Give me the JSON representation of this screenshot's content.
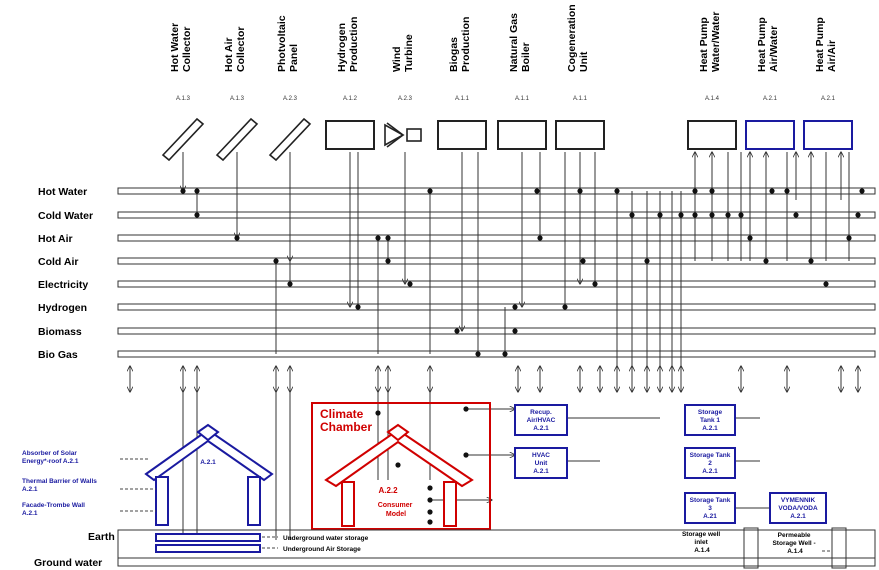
{
  "producers": [
    {
      "label_lines": [
        "Hot Water",
        "Collector"
      ],
      "code": "A.1.3",
      "icon": "solar-collector-icon"
    },
    {
      "label_lines": [
        "Hot Air",
        "Collector"
      ],
      "code": "A.1.3",
      "icon": "solar-collector-icon"
    },
    {
      "label_lines": [
        "Photvoltaic",
        "Panel"
      ],
      "code": "A.2.3",
      "icon": "solar-panel-icon"
    },
    {
      "label_lines": [
        "Hydrogen",
        "Production"
      ],
      "code": "A.1.2",
      "icon": "box-icon"
    },
    {
      "label_lines": [
        "Wind",
        "Turbine"
      ],
      "code": "A.2.3",
      "icon": "wind-turbine-icon"
    },
    {
      "label_lines": [
        "Biogas",
        "Production"
      ],
      "code": "A.1.1",
      "icon": "box-icon"
    },
    {
      "label_lines": [
        "Natural Gas",
        "Boiler"
      ],
      "code": "A.1.1",
      "icon": "box-icon"
    },
    {
      "label_lines": [
        "Cogeneration",
        "Unit"
      ],
      "code": "A.1.1",
      "icon": "box-icon"
    },
    {
      "label_lines": [
        "Heat Pump",
        "Water/Water"
      ],
      "code": "A.1.4",
      "icon": "box-icon"
    },
    {
      "label_lines": [
        "Heat Pump",
        "Air/Water"
      ],
      "code": "A.2.1",
      "icon": "box-icon"
    },
    {
      "label_lines": [
        "Heat Pump",
        "Air/Air"
      ],
      "code": "A.2.1",
      "icon": "box-icon"
    }
  ],
  "buses": [
    "Hot Water",
    "Cold Water",
    "Hot Air",
    "Cold Air",
    "Electricity",
    "Hydrogen",
    "Biomass",
    "Bio Gas"
  ],
  "bottom_labels": {
    "earth": "Earth",
    "ground_water": "Ground water"
  },
  "house_left": {
    "code": "A.2.1",
    "annotations": [
      {
        "lines": [
          "Absorber of Solar",
          "Energy*-roof A.2.1"
        ]
      },
      {
        "lines": [
          "Thermal Barrier of Walls",
          "A.2.1"
        ]
      },
      {
        "lines": [
          "Facade-Trombe Wall",
          "A.2.1"
        ]
      }
    ]
  },
  "climate_chamber": {
    "title_lines": [
      "Climate",
      "Chamber"
    ],
    "code": "A.2.2",
    "consumer_lines": [
      "Consumer",
      "Model"
    ]
  },
  "units": [
    {
      "lines": [
        "Recup.",
        "Air/HVAC",
        "A.2.1"
      ]
    },
    {
      "lines": [
        "HVAC",
        "Unit",
        "A.2.1"
      ]
    },
    {
      "lines": [
        "Storage",
        "Tank 1",
        "A.2.1"
      ]
    },
    {
      "lines": [
        "Storage Tank",
        "2",
        "A.2.1"
      ]
    },
    {
      "lines": [
        "Storage Tank",
        "3",
        "A.21"
      ]
    },
    {
      "lines": [
        "VYMENNIK",
        "VODA/VODA",
        "A.2.1"
      ]
    }
  ],
  "storage_labels": {
    "underground_water": "Underground water storage",
    "underground_air": "Underground Air Storage",
    "well_inlet": [
      "Storage well",
      "inlet",
      "A.1.4"
    ],
    "permeable_well": [
      "Permeable",
      "Storage Well -",
      "A.1.4"
    ]
  },
  "colors": {
    "line": "#333333",
    "blue": "#1a1aa0",
    "red": "#d00000"
  }
}
